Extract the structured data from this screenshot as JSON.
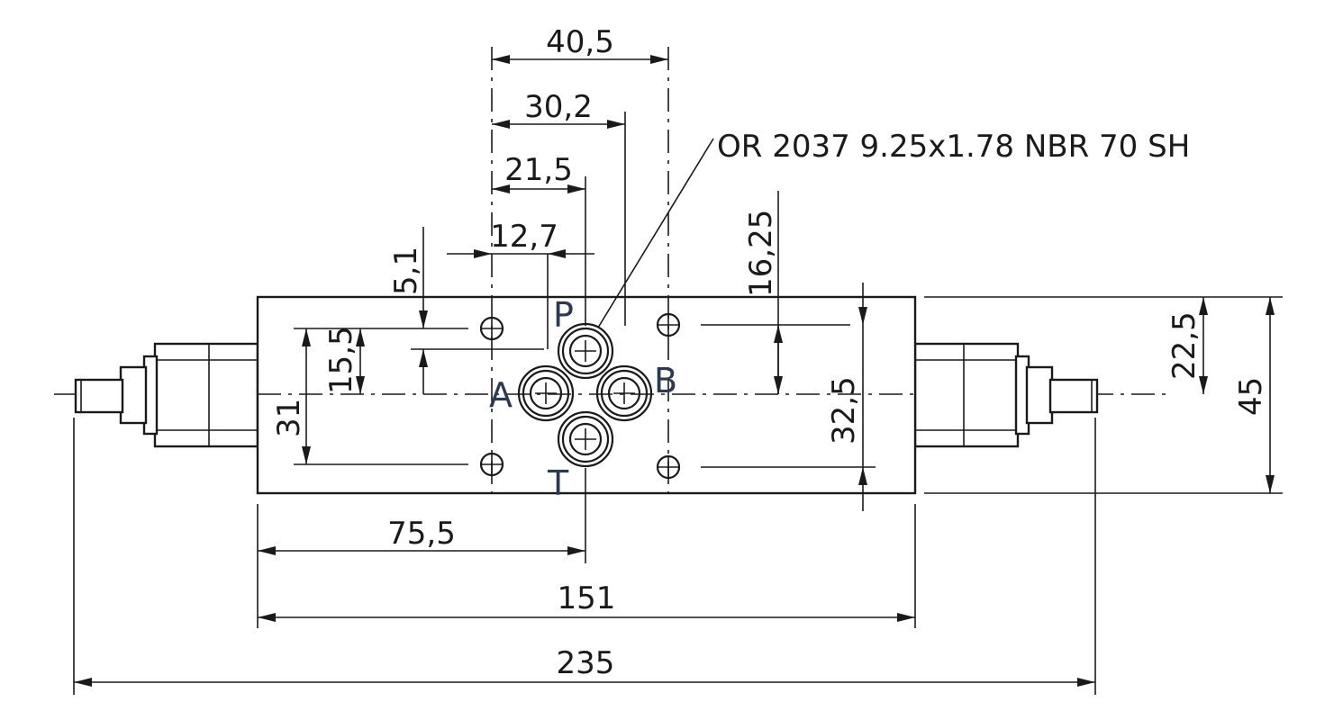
{
  "note": "OR 2037 9.25x1.78 NBR 70 SH",
  "ports": {
    "p": "P",
    "a": "A",
    "b": "B",
    "t": "T"
  },
  "dimensions": {
    "d_40_5": "40,5",
    "d_30_2": "30,2",
    "d_21_5": "21,5",
    "d_12_7": "12,7",
    "d_5_1": "5,1",
    "d_15_5": "15,5",
    "d_31": "31",
    "d_16_25": "16,25",
    "d_32_5": "32,5",
    "d_22_5": "22,5",
    "d_45": "45",
    "d_75_5": "75,5",
    "d_151": "151",
    "d_235": "235"
  }
}
